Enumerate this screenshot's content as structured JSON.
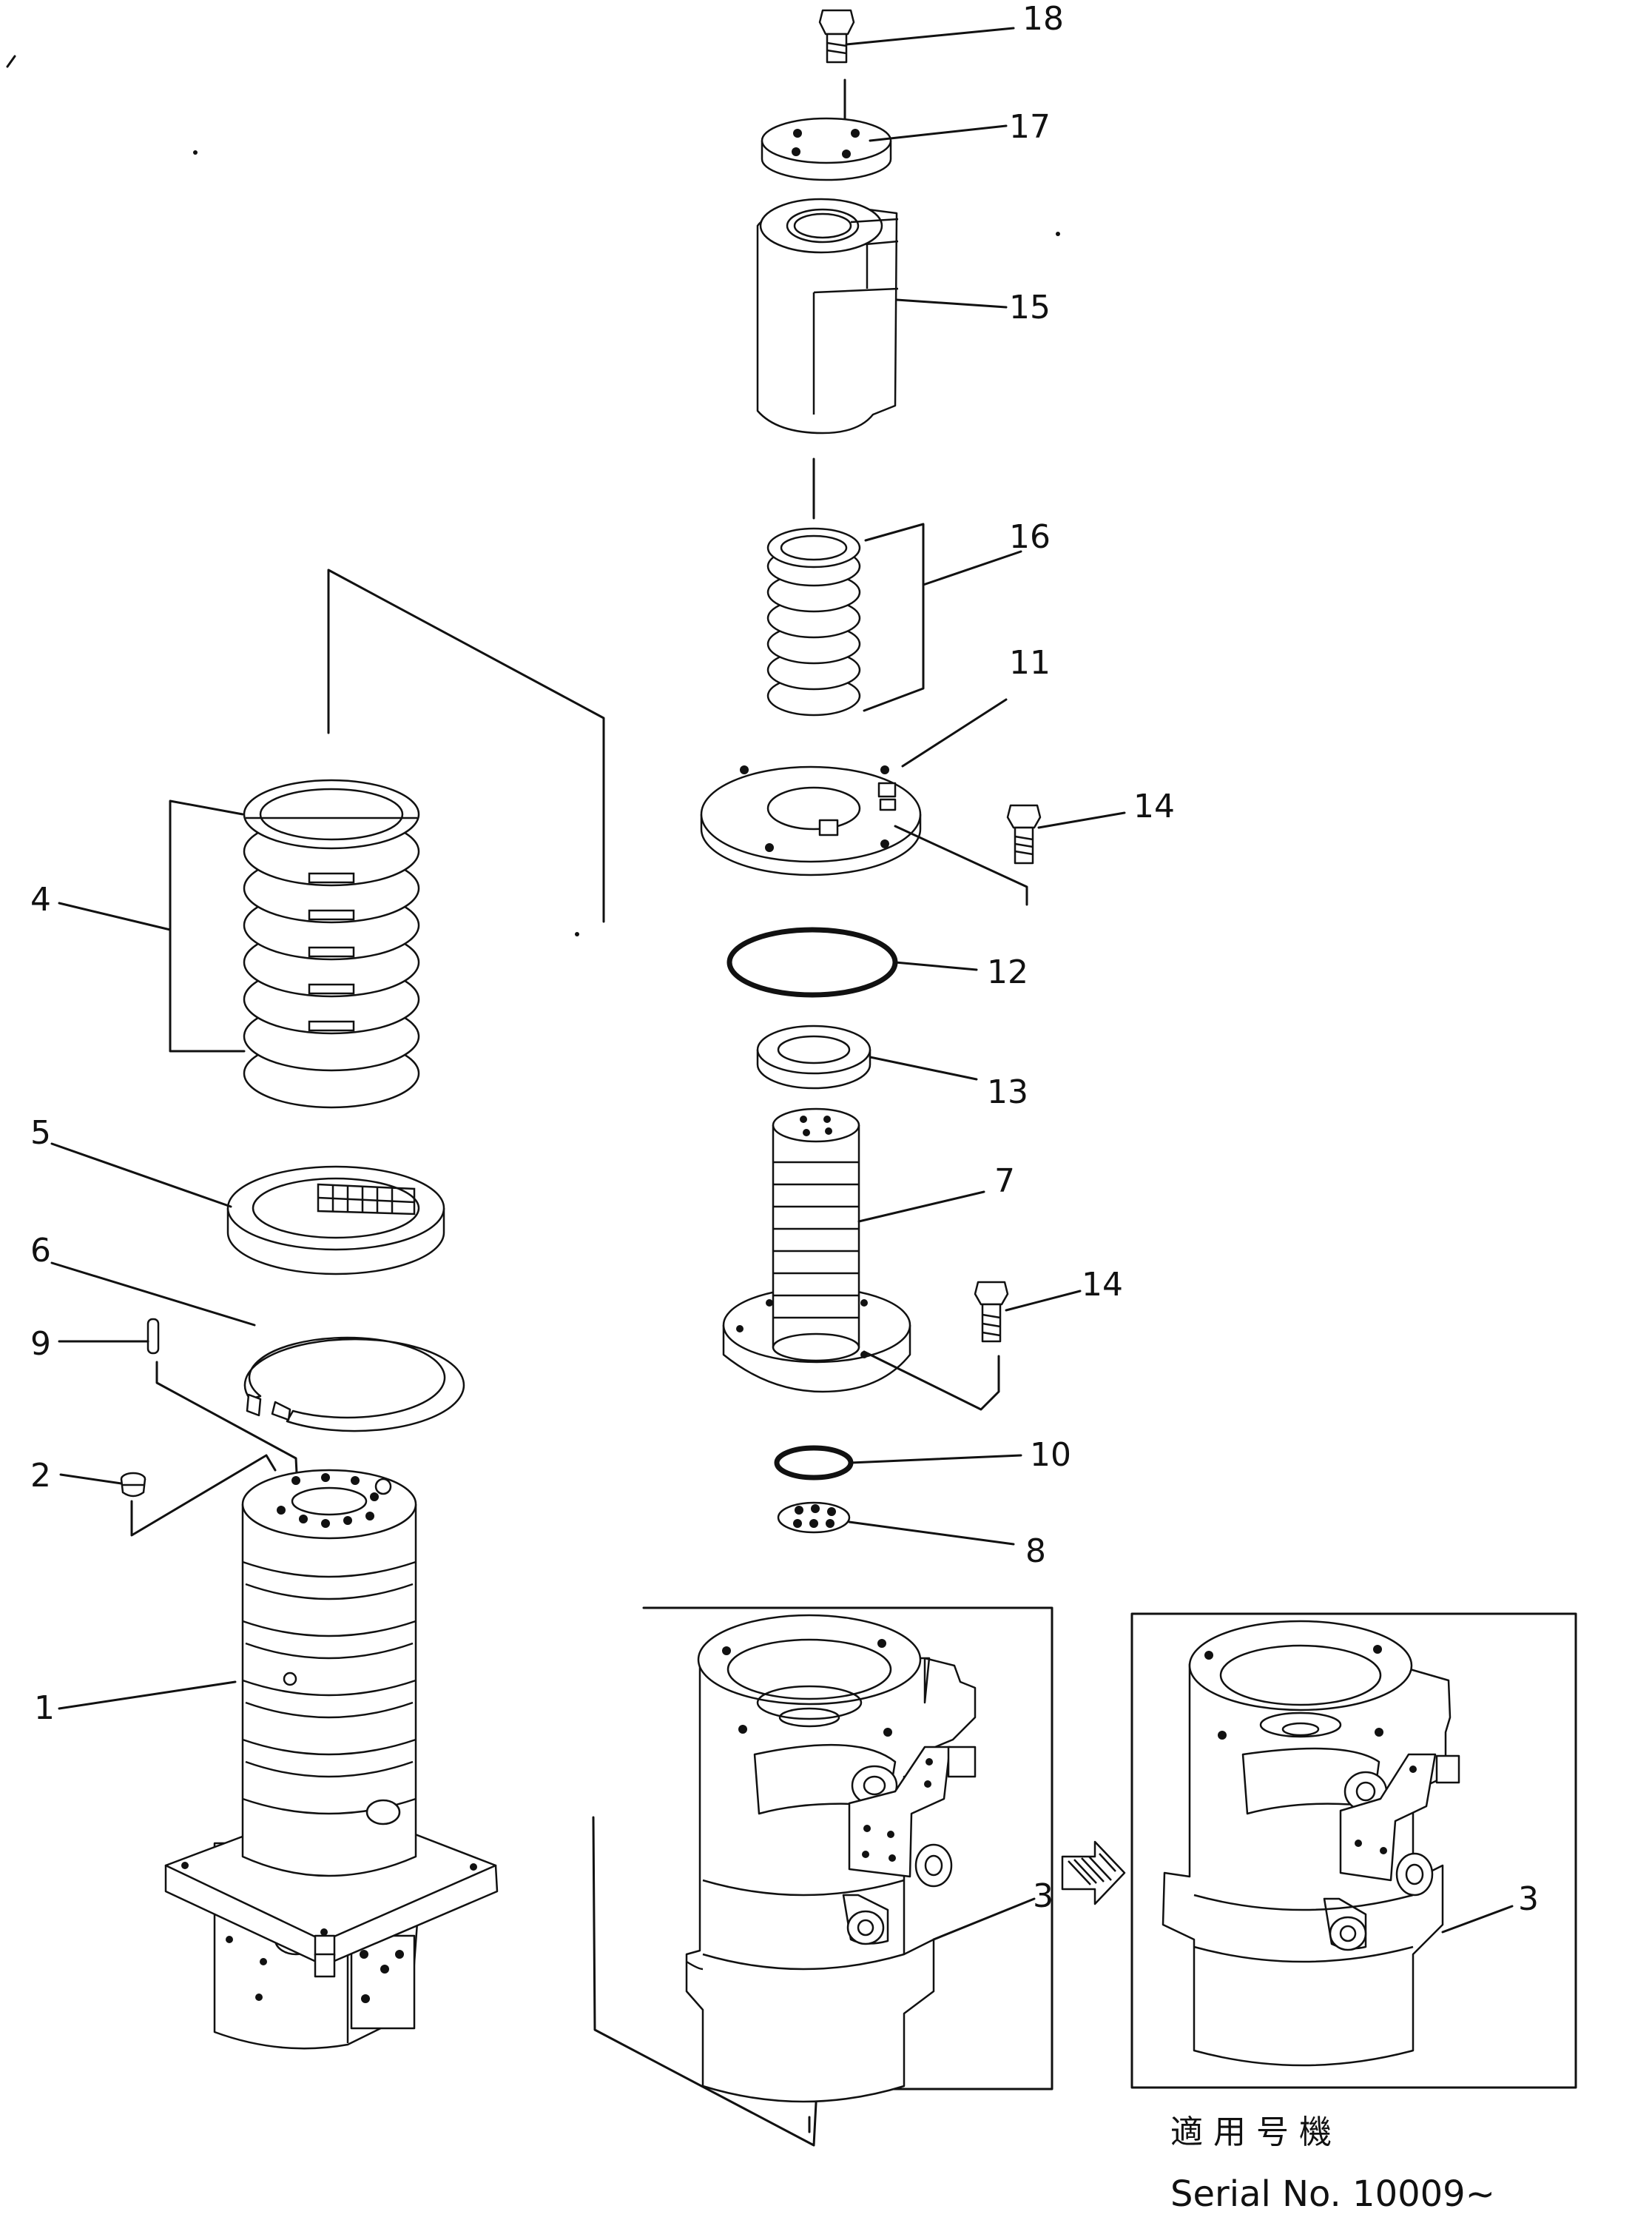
{
  "callouts": {
    "c18": "18",
    "c17": "17",
    "c15": "15",
    "c16": "16",
    "c11": "11",
    "c14a": "14",
    "c12": "12",
    "c13": "13",
    "c7": "7",
    "c14b": "14",
    "c10": "10",
    "c8": "8",
    "c4": "4",
    "c5": "5",
    "c6": "6",
    "c9": "9",
    "c2": "2",
    "c1": "1",
    "c3a": "3",
    "c3b": "3"
  },
  "footer": {
    "applicable_models_jp": "適用号機",
    "serial": "Serial No. 10009~"
  }
}
